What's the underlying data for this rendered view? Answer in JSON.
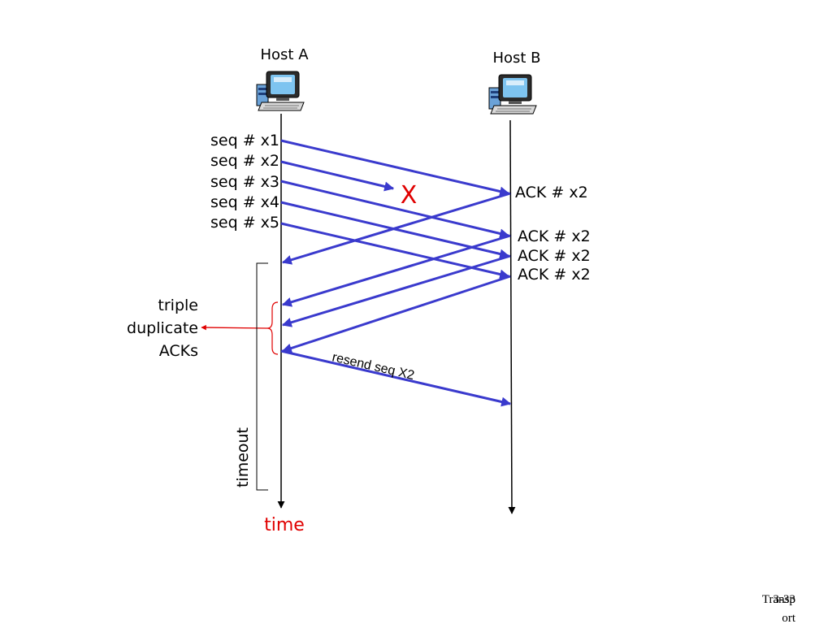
{
  "hosts": {
    "a_label": "Host A",
    "b_label": "Host B"
  },
  "sent_labels": [
    "seq # x1",
    "seq # x2",
    "seq # x3",
    "seq # x4",
    "seq # x5"
  ],
  "loss_marker": "X",
  "ack_labels": [
    "ACK # x2",
    "ACK # x2",
    "ACK # x2",
    "ACK # x2"
  ],
  "triple_dup": {
    "line1": "triple",
    "line2": "duplicate",
    "line3": "ACKs"
  },
  "resend_label": "resend seq X2",
  "timeout_label": "timeout",
  "time_label": "time",
  "footer": {
    "line1": "Transp",
    "line2": "ort",
    "page_number": "3-33"
  },
  "colors": {
    "arrows": "#3a3acd",
    "highlight": "#e00000"
  },
  "icons": [
    "computer-icon",
    "computer-icon"
  ]
}
